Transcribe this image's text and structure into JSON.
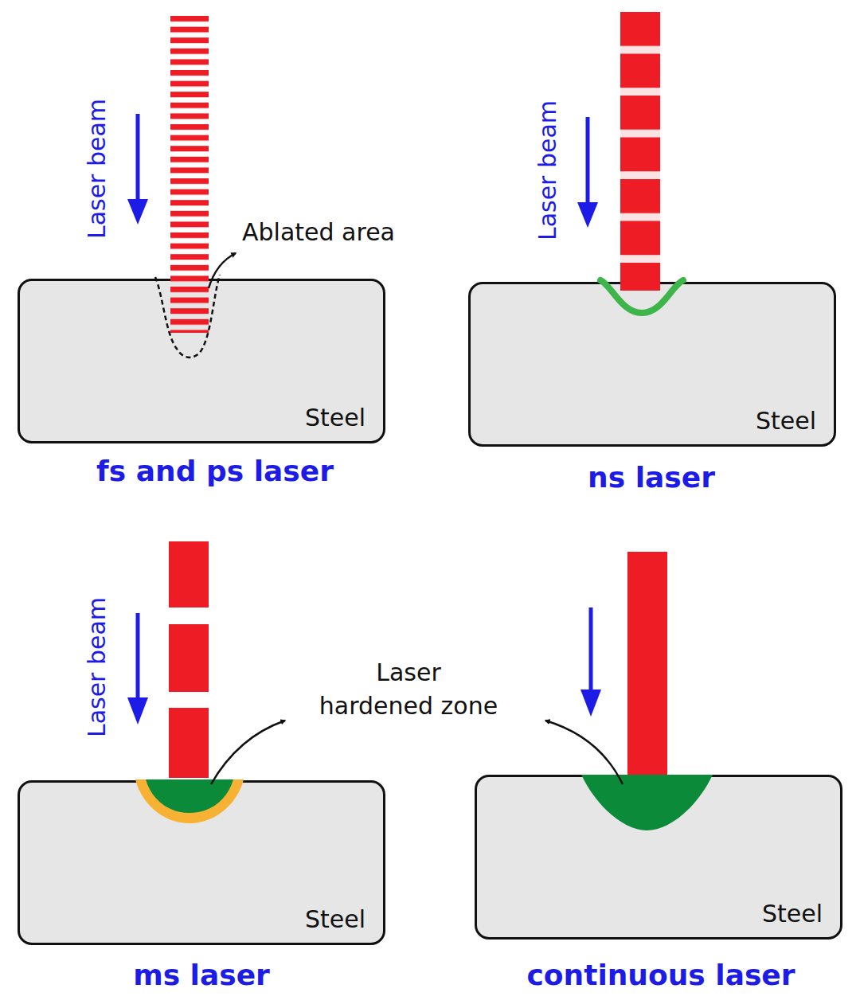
{
  "diagram": {
    "nodes": [
      {
        "text": [
          "Steel"
        ]
      },
      {
        "text": [
          "Steel"
        ]
      },
      {
        "text": [
          "Steel"
        ]
      },
      {
        "text": [
          "Steel"
        ]
      }
    ],
    "labels": [
      "Laser beam",
      "Ablated area",
      "fs and ps laser",
      "Laser beam",
      "ns laser",
      "Laser beam",
      "Laser hardened zone",
      "ms laser",
      "continuous laser"
    ]
  }
}
